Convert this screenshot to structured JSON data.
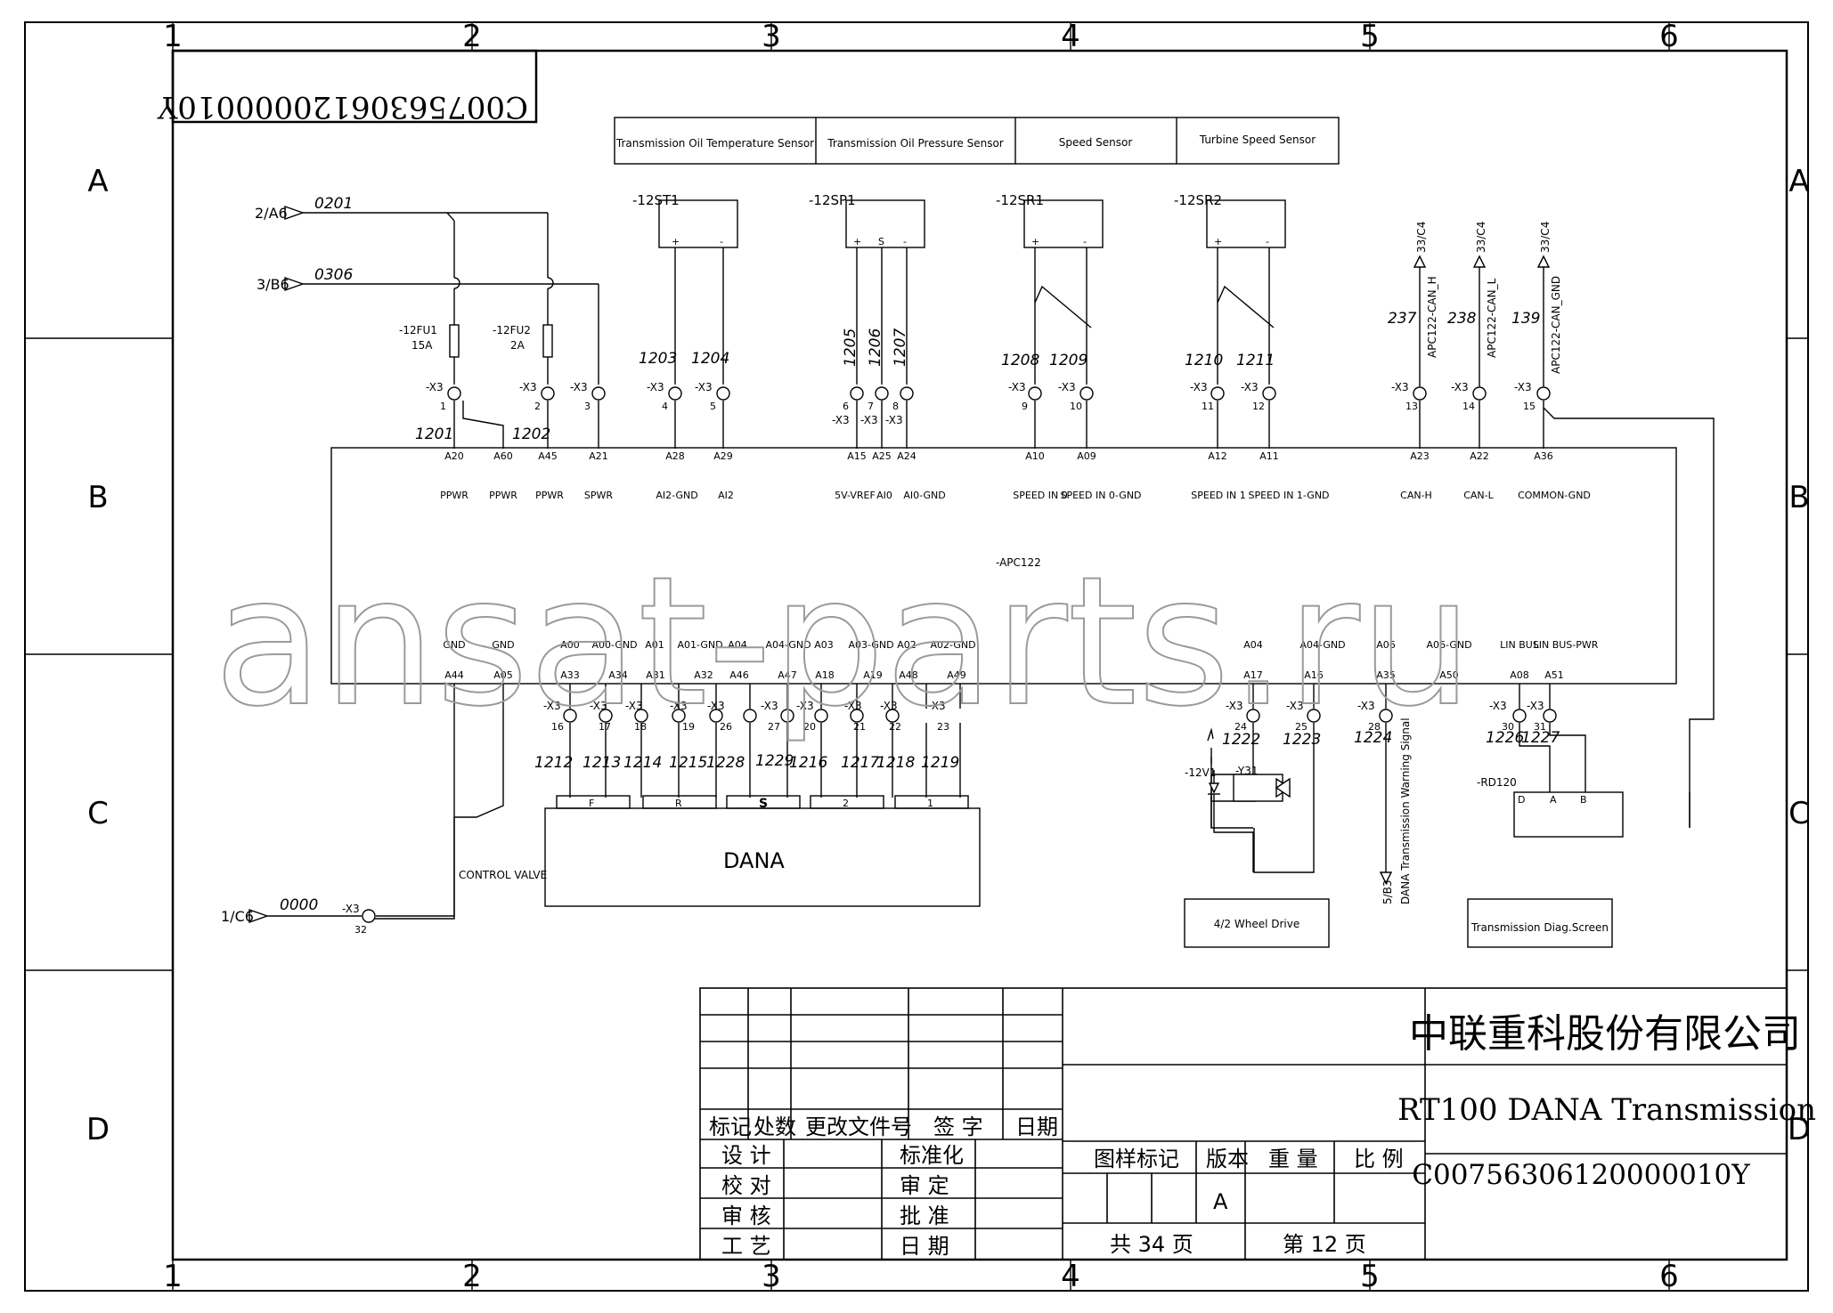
{
  "frame": {
    "columns": [
      "1",
      "2",
      "3",
      "4",
      "5",
      "6"
    ],
    "rows": [
      "A",
      "B",
      "C",
      "D"
    ]
  },
  "drawing_number_mirrored": "C00756306120000010Y",
  "watermark": "ansat-parts.ru",
  "sensor_headers": [
    "Transmission Oil Temperature Sensor",
    "Transmission Oil Pressure Sensor",
    "Speed Sensor",
    "Turbine Speed Sensor"
  ],
  "sensors": {
    "st1": "-12ST1",
    "sp1": "-12SP1",
    "sr1": "-12SR1",
    "sr2": "-12SR2",
    "plus": "+",
    "minus": "-",
    "s": "S"
  },
  "inputs": {
    "a6_ref": "2/A6",
    "a6_wire": "0201",
    "b6_ref": "3/B6",
    "b6_wire": "0306",
    "c6_ref": "1/C6",
    "c6_wire": "0000"
  },
  "fuses": {
    "fu1": "-12FU1",
    "fu1_rating": "15A",
    "fu2": "-12FU2",
    "fu2_rating": "2A"
  },
  "x3": "-X3",
  "top_terminals": [
    "1",
    "2",
    "3",
    "4",
    "5",
    "6",
    "7",
    "8",
    "9",
    "10",
    "11",
    "12",
    "13",
    "14",
    "15"
  ],
  "top_wires": [
    "1201",
    "1202",
    "1203",
    "1204",
    "1205",
    "1206",
    "1207",
    "1208",
    "1209",
    "1210",
    "1211",
    "237",
    "238",
    "139"
  ],
  "can_refs": [
    "33/C4",
    "33/C4",
    "33/C4"
  ],
  "can_labels": [
    "APC122-CAN_H",
    "APC122-CAN_L",
    "APC122-CAN_GND"
  ],
  "ecu": {
    "name": "-APC122",
    "top_pins": [
      "A20",
      "A60",
      "A45",
      "A21",
      "A28",
      "A29",
      "A15",
      "A25",
      "A24",
      "A10",
      "A09",
      "A12",
      "A11",
      "A23",
      "A22",
      "A36"
    ],
    "top_signals": [
      "PPWR",
      "PPWR",
      "PPWR",
      "SPWR",
      "AI2-GND",
      "AI2",
      "5V-VREF",
      "AI0",
      "AI0-GND",
      "SPEED IN 0",
      "SPEED IN 0-GND",
      "SPEED IN 1",
      "SPEED IN 1-GND",
      "CAN-H",
      "CAN-L",
      "COMMON-GND"
    ],
    "bottom_signals": [
      "GND",
      "GND",
      "A00",
      "A00-GND",
      "A01",
      "A01-GND",
      "A04",
      "A04-GND",
      "A03",
      "A03-GND",
      "A02",
      "A02-GND",
      "A04",
      "A04-GND",
      "A06",
      "A06-GND",
      "LIN BUS",
      "LIN BUS-PWR"
    ],
    "bottom_pins": [
      "A44",
      "A05",
      "A33",
      "A34",
      "A31",
      "A32",
      "A46",
      "A47",
      "A18",
      "A19",
      "A48",
      "A49",
      "A17",
      "A16",
      "A35",
      "A50",
      "A08",
      "A51"
    ]
  },
  "bottom_terminals": [
    "16",
    "17",
    "18",
    "19",
    "26",
    "27",
    "20",
    "21",
    "22",
    "23",
    "24",
    "25",
    "28",
    "30",
    "31",
    "32"
  ],
  "bottom_wires": [
    "1212",
    "1213",
    "1214",
    "1215",
    "1228",
    "1229",
    "1216",
    "1217",
    "1218",
    "1219",
    "1222",
    "1223",
    "1224",
    "1226",
    "1227"
  ],
  "dana": {
    "label": "DANA",
    "pins": [
      "F",
      "R",
      "S",
      "2",
      "1"
    ],
    "control_valve": "CONTROL VALVE"
  },
  "valve": {
    "name": "-12V1",
    "coil": "-Y31"
  },
  "warning": {
    "ref": "5/B3",
    "label": "DANA Transmission Warning Signal"
  },
  "rd120": {
    "name": "-RD120",
    "pins": [
      "D",
      "A",
      "B"
    ]
  },
  "boxes": {
    "wheel_drive": "4/2 Wheel Drive",
    "diag": "Transmission Diag.Screen"
  },
  "title_block": {
    "company": "中联重科股份有限公司",
    "title": "RT100 DANA Transmission",
    "drawing_no": "C00756306120000010Y",
    "rev_headers": [
      "标记",
      "处数",
      "更改文件号",
      "签 字",
      "日期"
    ],
    "roles_left": [
      "设 计",
      "校 对",
      "审 核",
      "工 艺"
    ],
    "roles_right": [
      "标准化",
      "审 定",
      "批 准",
      "日 期"
    ],
    "meta_headers": [
      "图样标记",
      "版本",
      "重 量",
      "比 例"
    ],
    "version": "A",
    "total": "共 34 页",
    "page": "第 12 页"
  }
}
